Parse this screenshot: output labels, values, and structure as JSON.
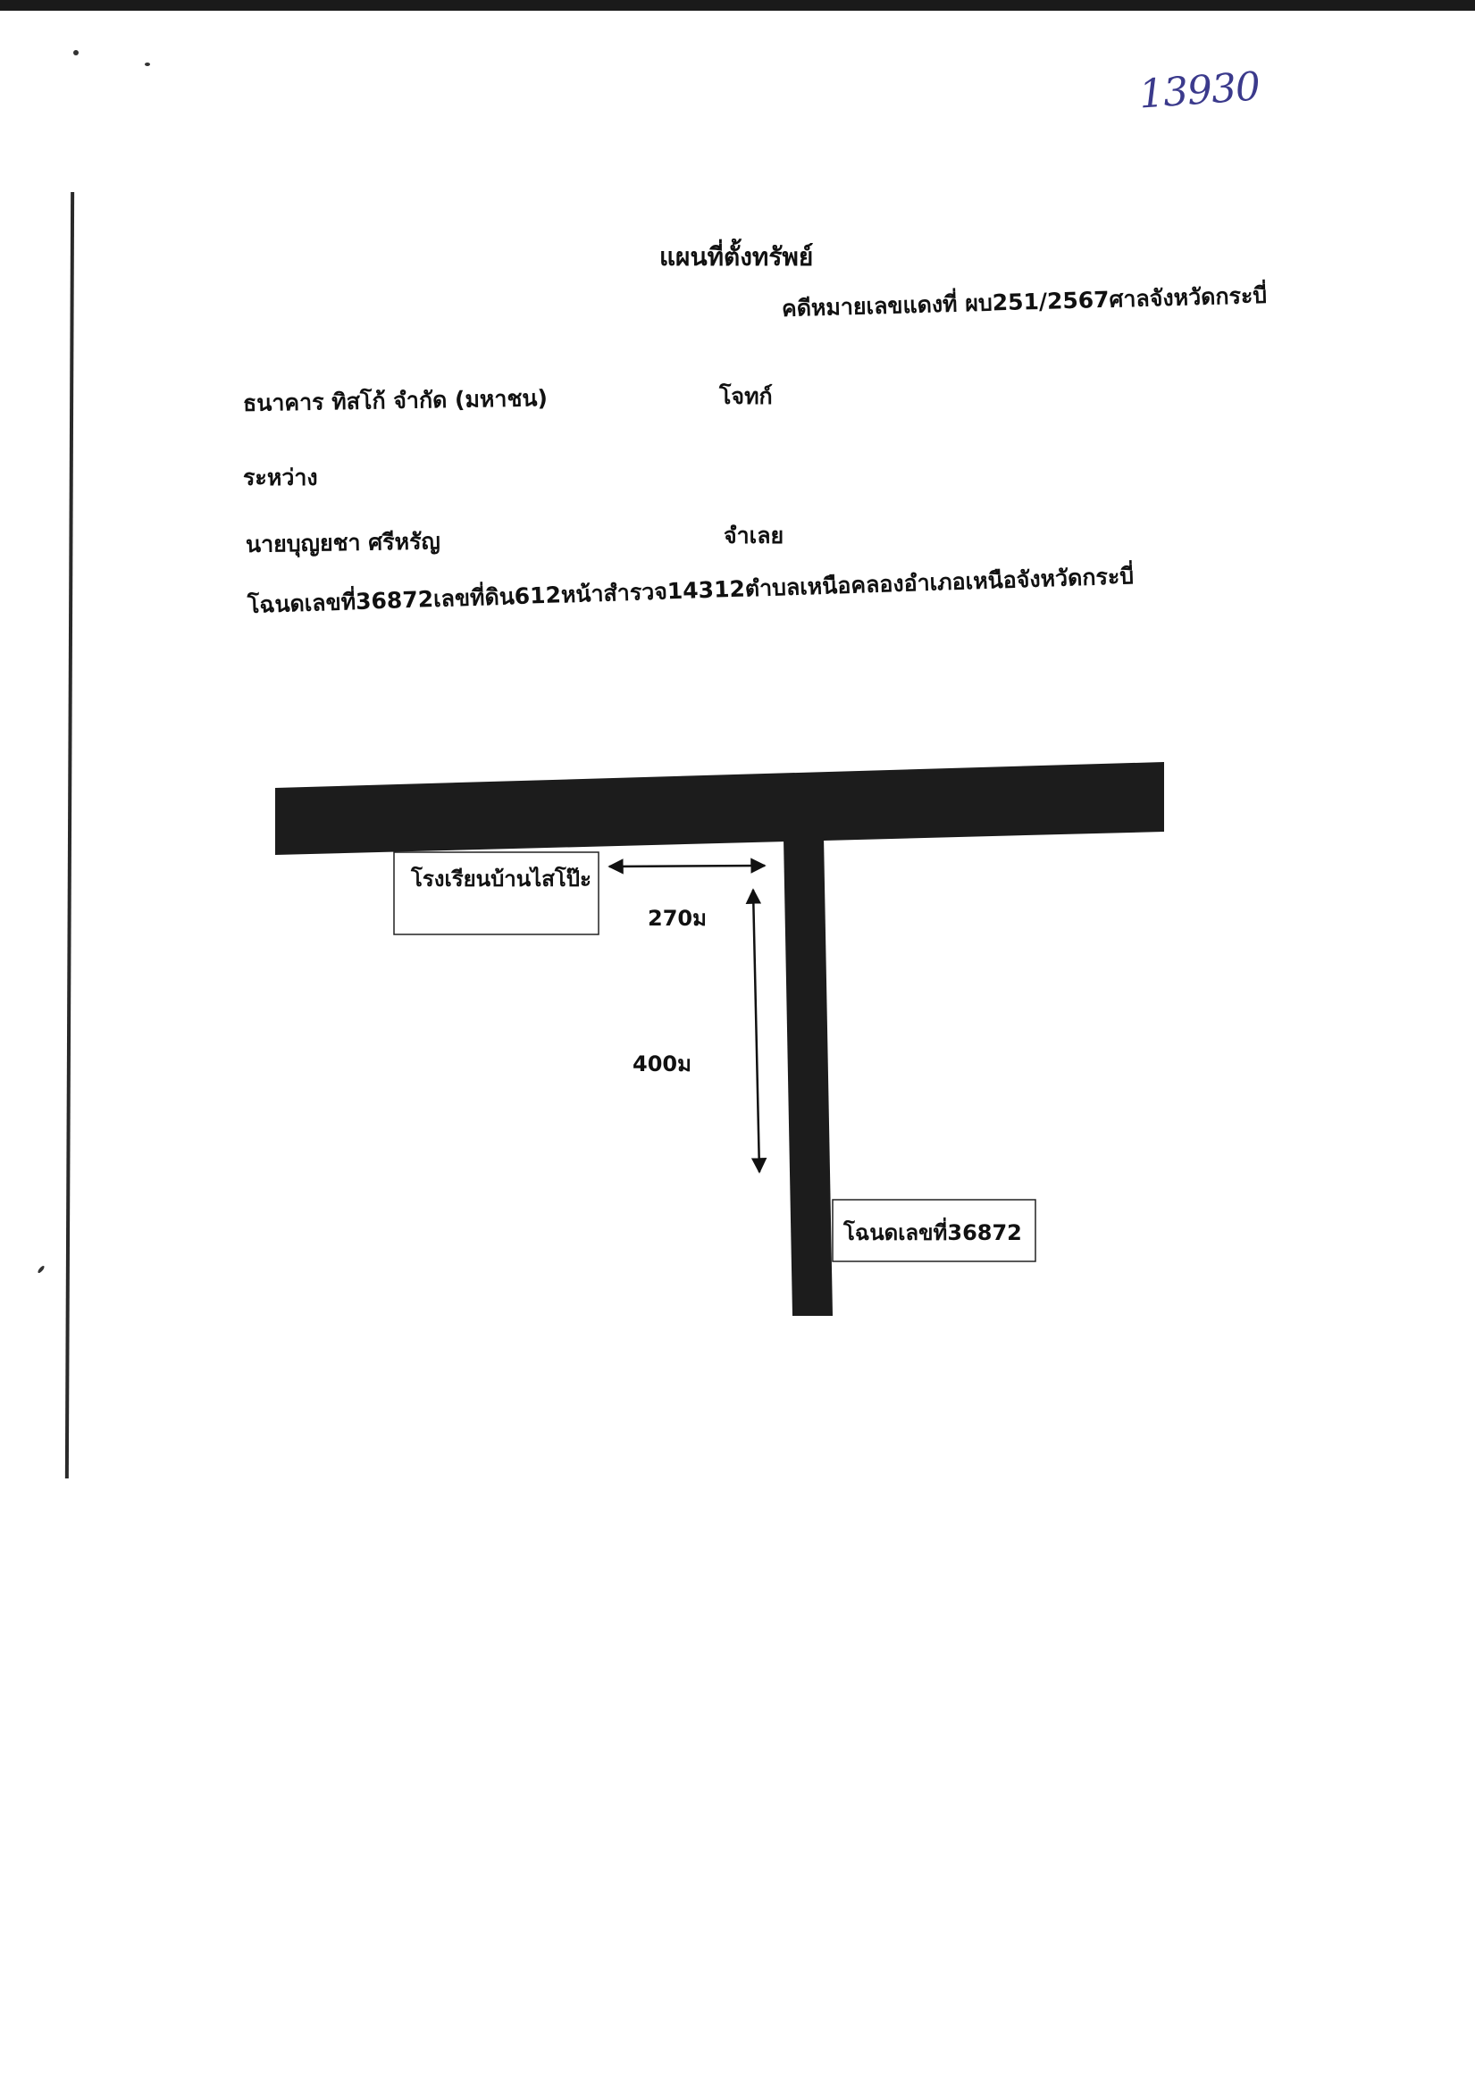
{
  "annotation": {
    "handwritten_number": "13930"
  },
  "document": {
    "title": "แผนที่ตั้งทรัพย์",
    "case_number": "คดีหมายเลขแดงที่ ผบ251/2567ศาลจังหวัดกระบี่",
    "plaintiff": {
      "name": "ธนาคาร ทิสโก้ จำกัด (มหาชน)",
      "role": "โจทก์"
    },
    "between": "ระหว่าง",
    "defendant": {
      "name": "นายบุญยชา ศรีหรัญ",
      "role": "จำเลย"
    },
    "deed_description": "โฉนดเลขที่36872เลขที่ดิน612หน้าสำรวจ14312ตำบลเหนือคลองอำเภอเหนือจังหวัดกระบี่"
  },
  "map": {
    "school_label": "โรงเรียนบ้านไสโป๊ะ",
    "deed_label": "โฉนดเลขที่36872",
    "horizontal_distance": "270ม",
    "vertical_distance": "400ม"
  },
  "colors": {
    "road": "#1c1c1c",
    "ink": "#111111",
    "handwriting": "#3b3a8c"
  }
}
